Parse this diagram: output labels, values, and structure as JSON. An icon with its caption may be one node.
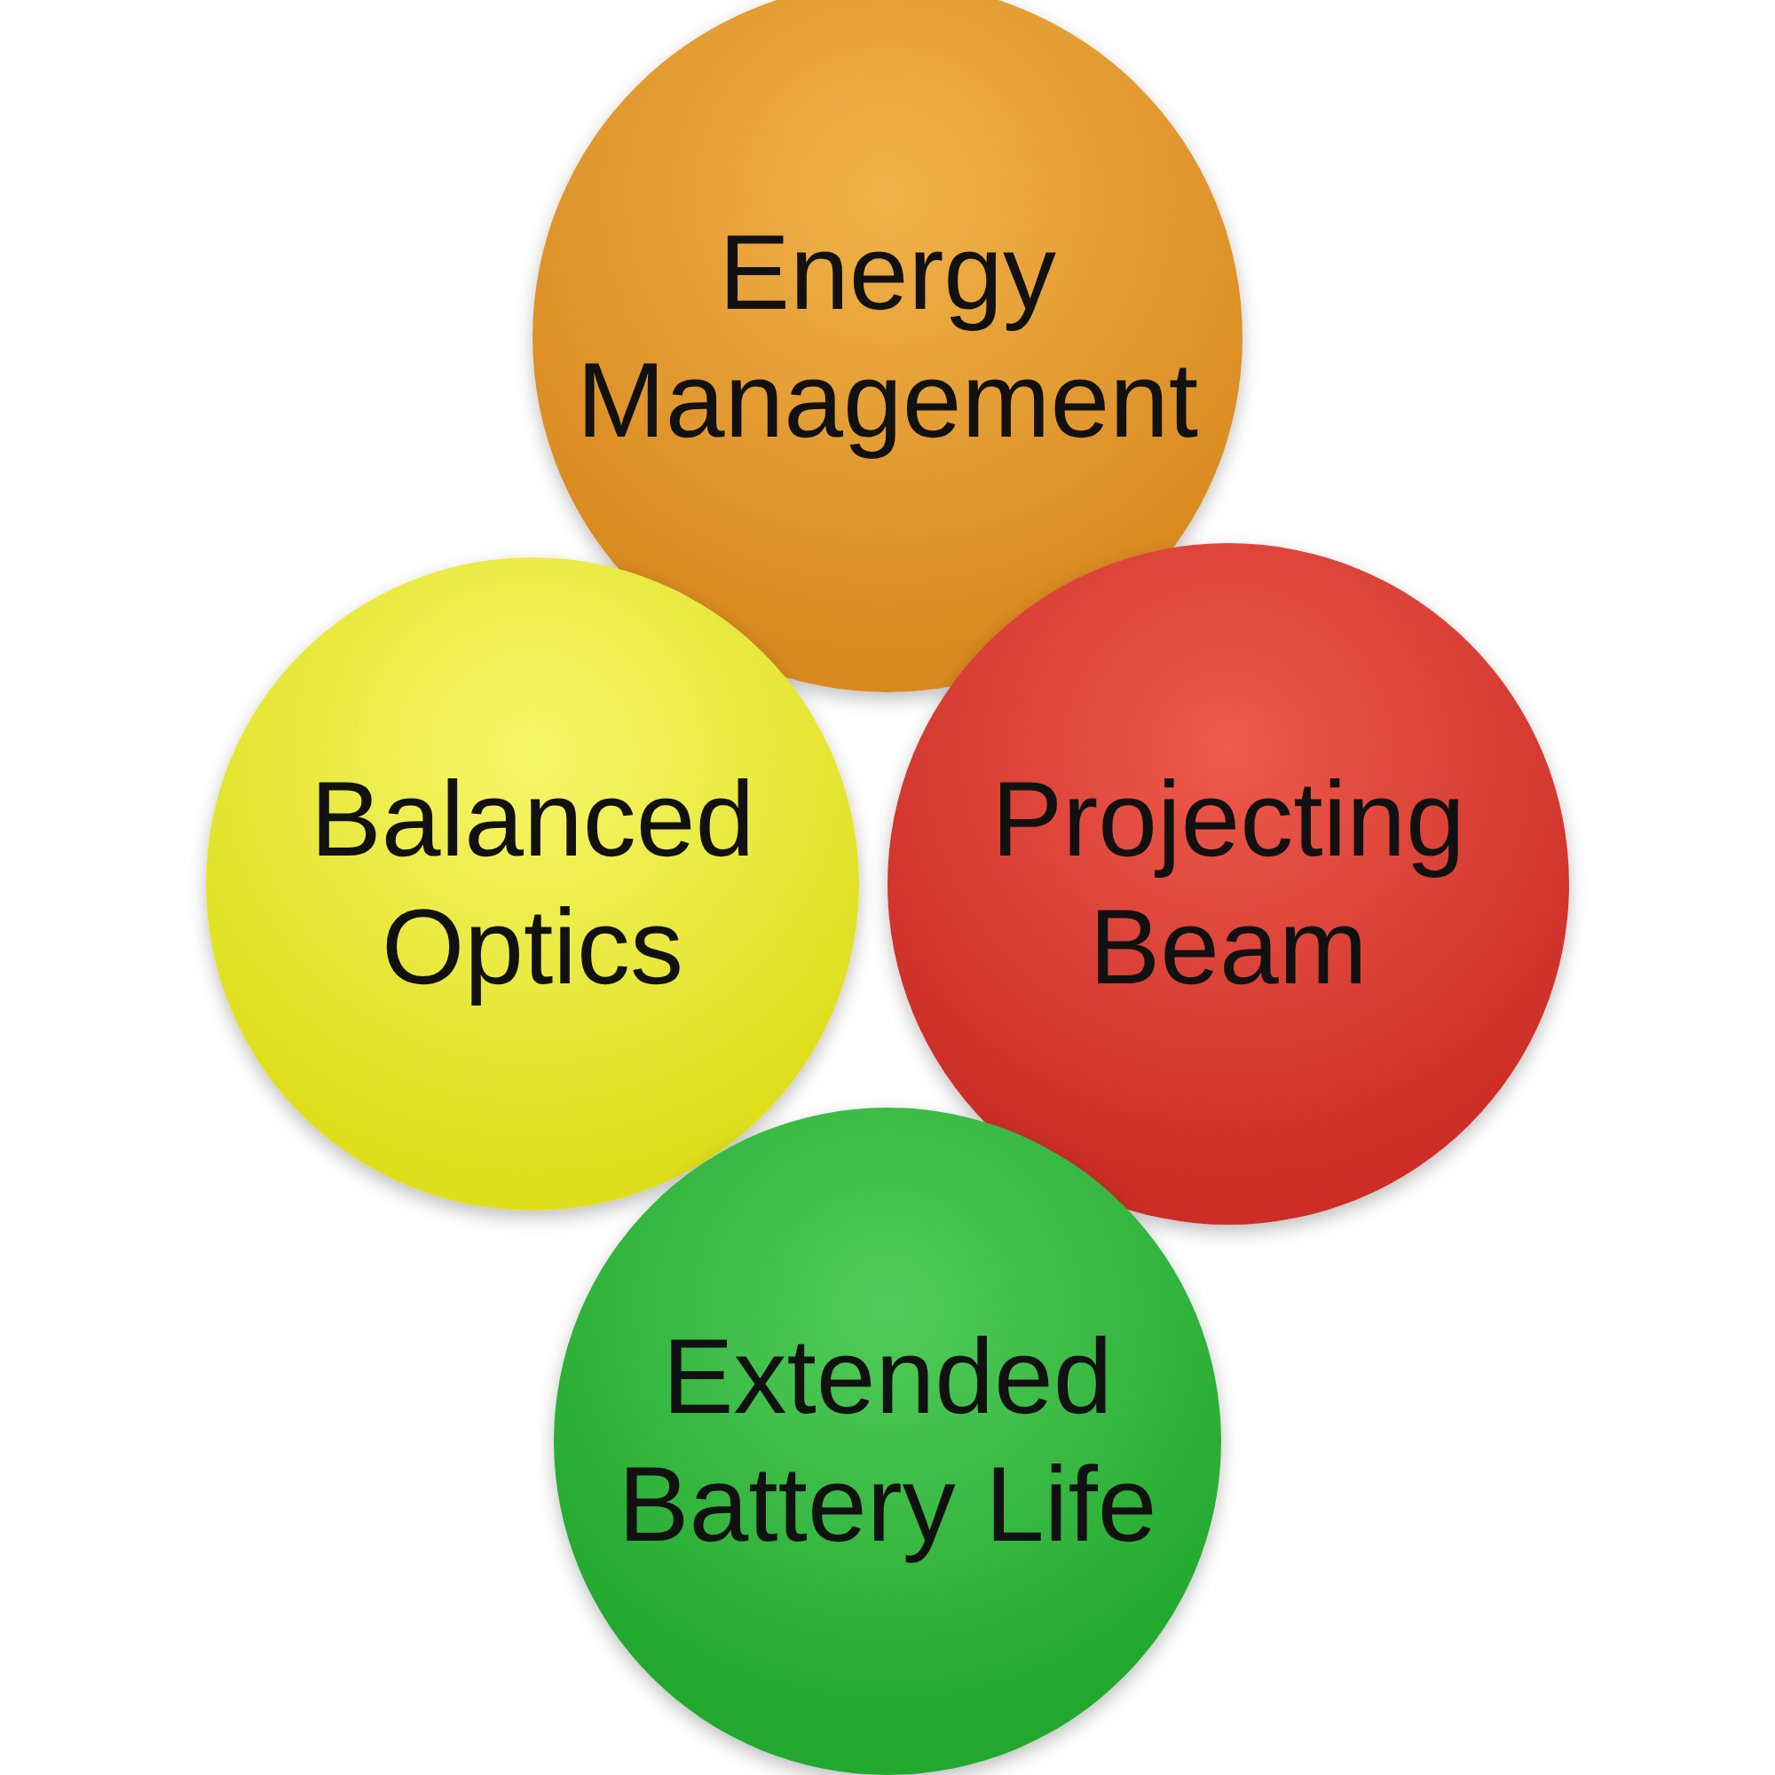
{
  "diagram": {
    "nodes": [
      {
        "text": [
          "Energy Management"
        ]
      },
      {
        "text": [
          "Balanced Optics"
        ]
      },
      {
        "text": [
          "Projecting Beam"
        ]
      },
      {
        "text": [
          "Extended Battery Life"
        ]
      }
    ]
  }
}
